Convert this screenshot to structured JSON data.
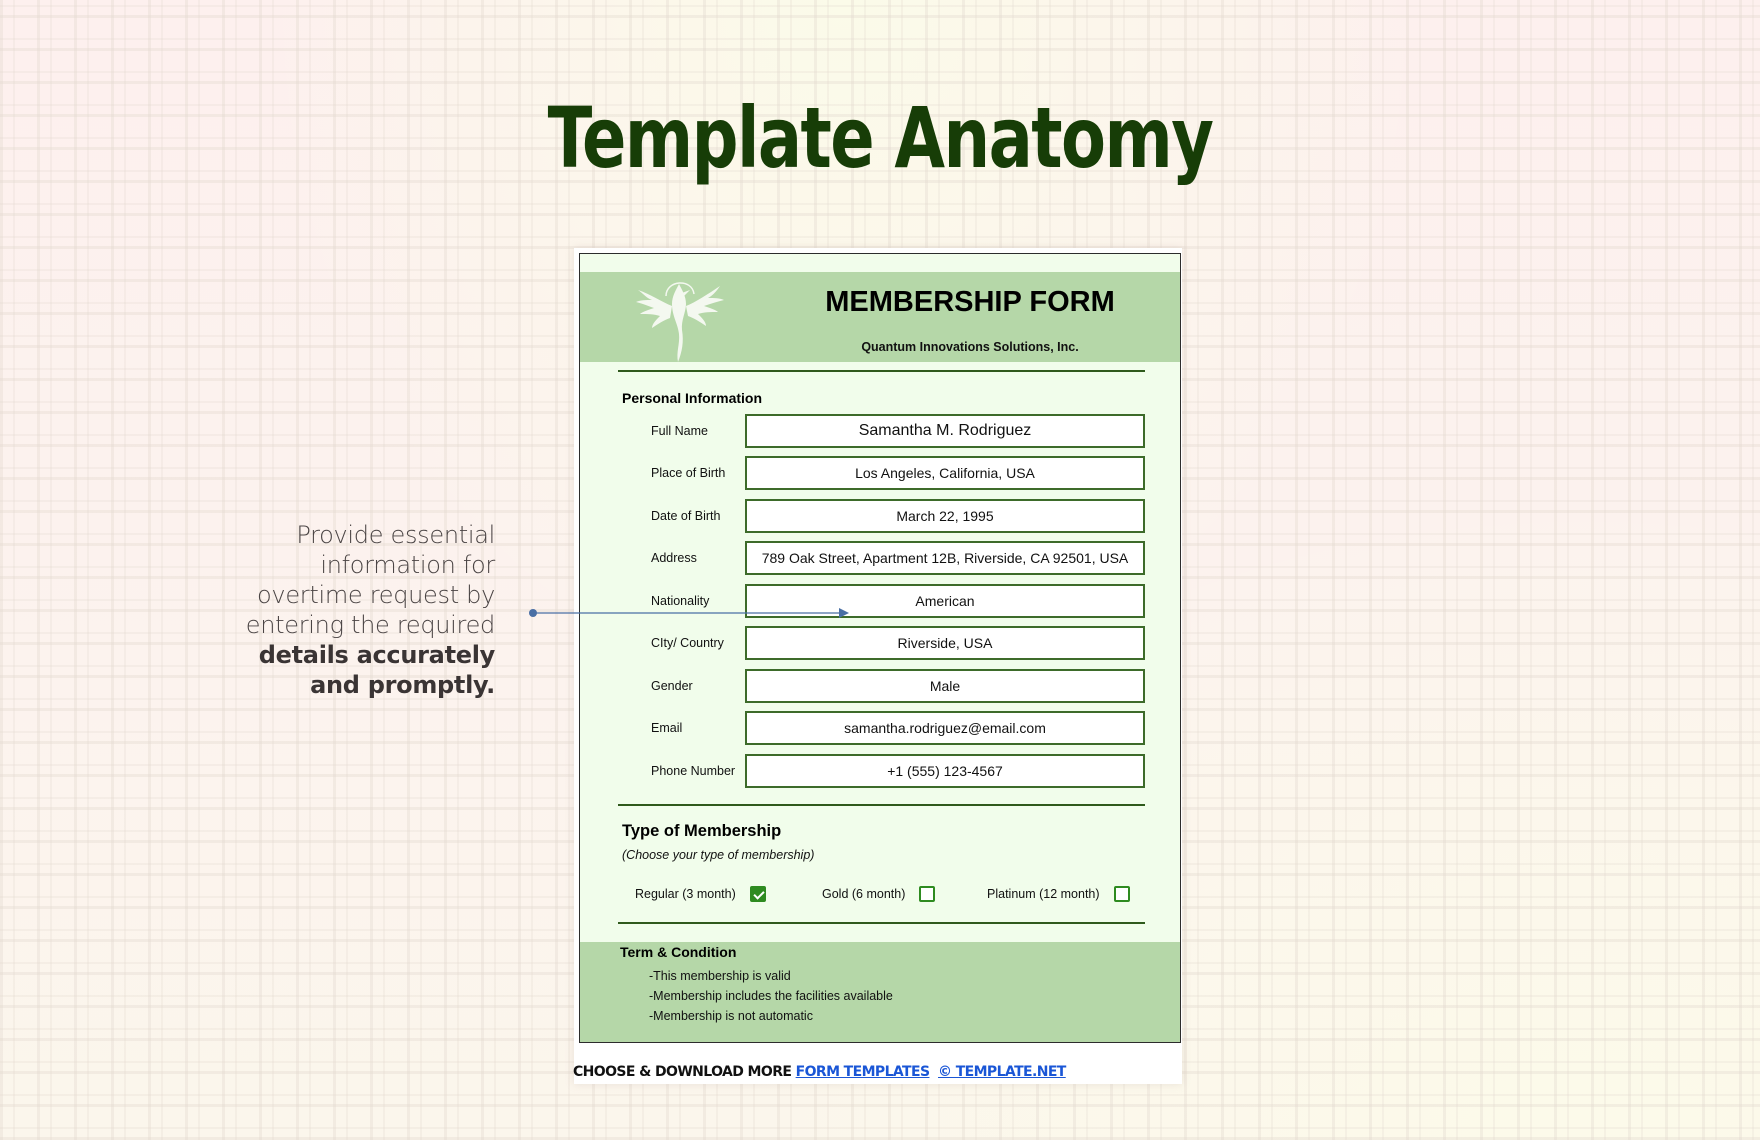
{
  "page": {
    "title": "Template Anatomy"
  },
  "annotation": {
    "lines_regular": [
      "Provide essential",
      "information for",
      "overtime request by",
      "entering the required"
    ],
    "lines_bold": [
      "details accurately",
      "and promptly."
    ],
    "connector_color": "#4a6fa5"
  },
  "form": {
    "title": "MEMBERSHIP FORM",
    "company": "Quantum Innovations Solutions, Inc.",
    "logo_icon": "phoenix-wings-logo",
    "colors": {
      "band": "#b5d7a8",
      "background": "#f1fdeb",
      "border": "#3d6b2a",
      "checkbox": "#2e8b20"
    },
    "personal_section": {
      "title": "Personal Information",
      "fields": [
        {
          "label": "Full Name",
          "value": "Samantha M. Rodriguez"
        },
        {
          "label": "Place of Birth",
          "value": "Los Angeles, California, USA"
        },
        {
          "label": "Date of Birth",
          "value": "March 22, 1995"
        },
        {
          "label": "Address",
          "value": "789 Oak Street, Apartment 12B, Riverside, CA 92501, USA"
        },
        {
          "label": "Nationality",
          "value": "American"
        },
        {
          "label": "CIty/ Country",
          "value": "Riverside, USA"
        },
        {
          "label": "Gender",
          "value": "Male"
        },
        {
          "label": "Email",
          "value": "samantha.rodriguez@email.com"
        },
        {
          "label": "Phone Number",
          "value": "+1 (555) 123-4567"
        }
      ]
    },
    "membership": {
      "title": "Type of Membership",
      "subtitle": "(Choose your type of membership)",
      "options": [
        {
          "label": "Regular (3 month)",
          "checked": true
        },
        {
          "label": "Gold (6 month)",
          "checked": false
        },
        {
          "label": "Platinum (12 month)",
          "checked": false
        }
      ]
    },
    "terms": {
      "title": "Term & Condition",
      "items": [
        "-This membership is valid",
        "-Membership includes the facilities available",
        "-Membership is not automatic"
      ]
    }
  },
  "footer": {
    "prefix": "CHOOSE & DOWNLOAD MORE",
    "link1": "FORM TEMPLATES",
    "link2": "© TEMPLATE.NET"
  }
}
